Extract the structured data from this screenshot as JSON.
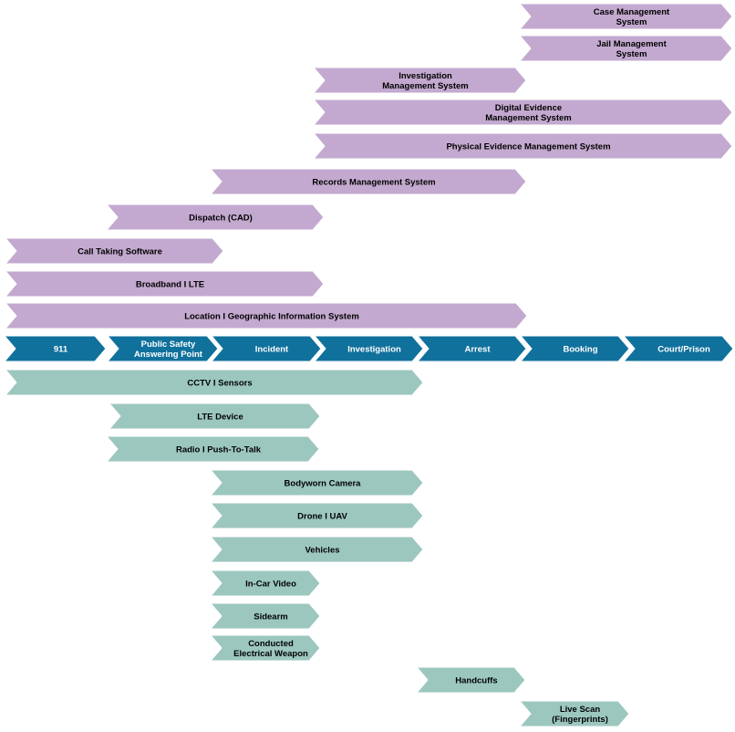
{
  "colors": {
    "software": "#c3a9cf",
    "stage": "#10719c",
    "hardware": "#9cc7bf",
    "software_text": "#000000",
    "stage_text": "#ffffff",
    "hardware_text": "#000000"
  },
  "software": [
    {
      "id": "case-management-system",
      "label": [
        "Case Management",
        "System"
      ]
    },
    {
      "id": "jail-management-system",
      "label": [
        "Jail Management",
        "System"
      ]
    },
    {
      "id": "investigation-management-system",
      "label": [
        "Investigation",
        "Management System"
      ]
    },
    {
      "id": "digital-evidence-management-system",
      "label": [
        "Digital Evidence",
        "Management System"
      ]
    },
    {
      "id": "physical-evidence-management-system",
      "label": [
        "Physical Evidence Management System"
      ]
    },
    {
      "id": "records-management-system",
      "label": [
        "Records Management System"
      ]
    },
    {
      "id": "dispatch-cad",
      "label": [
        "Dispatch (CAD)"
      ]
    },
    {
      "id": "call-taking-software",
      "label": [
        "Call Taking Software"
      ]
    },
    {
      "id": "broadband-lte",
      "label": [
        "Broadband I LTE"
      ]
    },
    {
      "id": "location-gis",
      "label": [
        "Location I Geographic Information System"
      ]
    }
  ],
  "stages": [
    {
      "id": "911",
      "label": [
        "911"
      ]
    },
    {
      "id": "psap",
      "label": [
        "Public Safety",
        "Answering Point"
      ]
    },
    {
      "id": "incident",
      "label": [
        "Incident"
      ]
    },
    {
      "id": "investigation",
      "label": [
        "Investigation"
      ]
    },
    {
      "id": "arrest",
      "label": [
        "Arrest"
      ]
    },
    {
      "id": "booking",
      "label": [
        "Booking"
      ]
    },
    {
      "id": "court-prison",
      "label": [
        "Court/Prison"
      ]
    }
  ],
  "hardware": [
    {
      "id": "cctv-sensors",
      "label": [
        "CCTV I Sensors"
      ]
    },
    {
      "id": "lte-device",
      "label": [
        "LTE Device"
      ]
    },
    {
      "id": "radio-push-to-talk",
      "label": [
        "Radio I Push-To-Talk"
      ]
    },
    {
      "id": "bodyworn-camera",
      "label": [
        "Bodyworn Camera"
      ]
    },
    {
      "id": "drone-uav",
      "label": [
        "Drone I UAV"
      ]
    },
    {
      "id": "vehicles",
      "label": [
        "Vehicles"
      ]
    },
    {
      "id": "in-car-video",
      "label": [
        "In-Car Video"
      ]
    },
    {
      "id": "sidearm",
      "label": [
        "Sidearm"
      ]
    },
    {
      "id": "conducted-electrical-weapon",
      "label": [
        "Conducted",
        "Electrical Weapon"
      ]
    },
    {
      "id": "handcuffs",
      "label": [
        "Handcuffs"
      ]
    },
    {
      "id": "live-scan",
      "label": [
        "Live Scan",
        "(Fingerprints)"
      ]
    }
  ]
}
